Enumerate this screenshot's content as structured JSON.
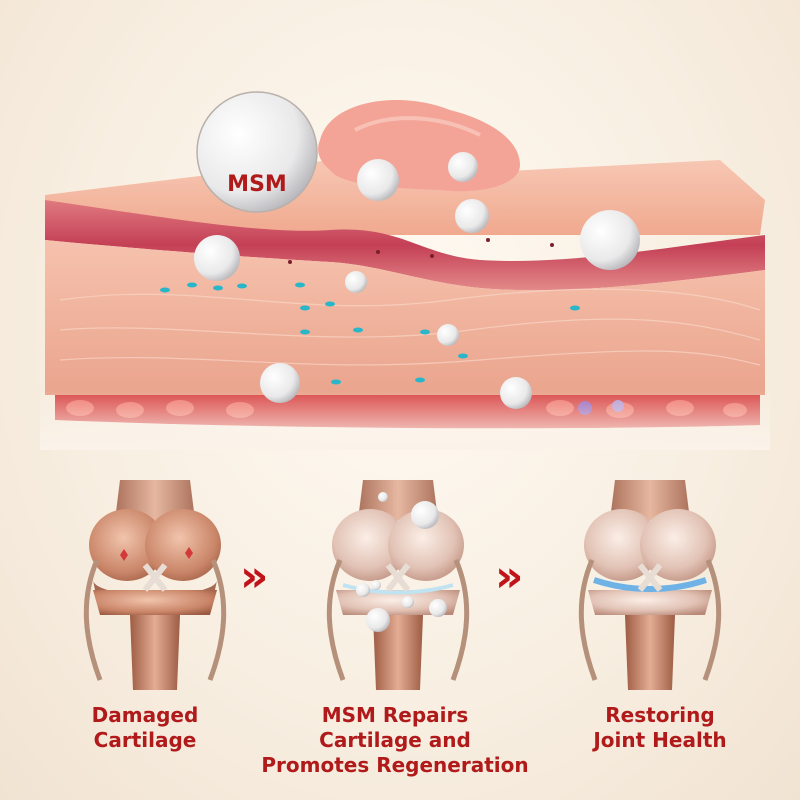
{
  "skin_section": {
    "msm_label": "MSM"
  },
  "stages": [
    {
      "line1": "Damaged",
      "line2": "Cartilage",
      "line3": ""
    },
    {
      "line1": "MSM Repairs",
      "line2": "Cartilage and",
      "line3": "Promotes Regeneration"
    },
    {
      "line1": "Restoring",
      "line2": "Joint Health",
      "line3": ""
    }
  ],
  "arrows": [
    "»",
    "»"
  ],
  "colors": {
    "caption_red": "#b01a1a",
    "arrow_red": "#c0141a",
    "skin_pink": "#f2a890",
    "epidermis_red": "#c94a5a",
    "particle_teal": "#2ab6c9",
    "bone": "#c9846a"
  }
}
